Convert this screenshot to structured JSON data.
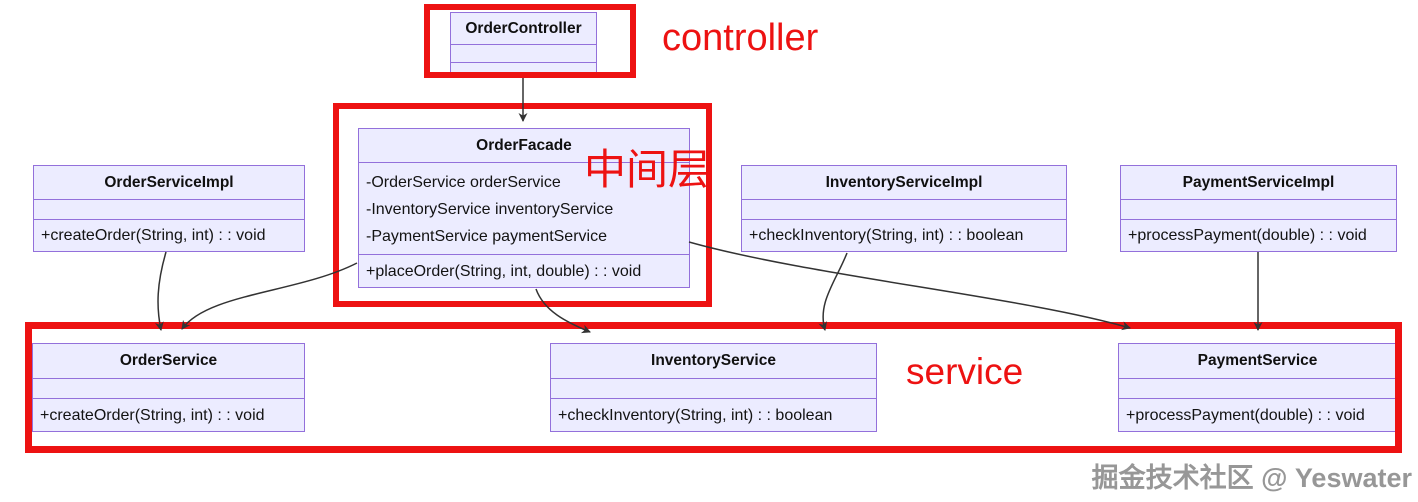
{
  "diagram": {
    "classes": [
      {
        "name": "OrderController",
        "attributes": [],
        "methods": []
      },
      {
        "name": "OrderFacade",
        "attributes": [
          "-OrderService orderService",
          "-InventoryService inventoryService",
          "-PaymentService paymentService"
        ],
        "methods": [
          "+placeOrder(String, int, double) : : void"
        ]
      },
      {
        "name": "OrderServiceImpl",
        "attributes": [],
        "methods": [
          "+createOrder(String, int) : : void"
        ]
      },
      {
        "name": "InventoryServiceImpl",
        "attributes": [],
        "methods": [
          "+checkInventory(String, int) : : boolean"
        ]
      },
      {
        "name": "PaymentServiceImpl",
        "attributes": [],
        "methods": [
          "+processPayment(double) : : void"
        ]
      },
      {
        "name": "OrderService",
        "attributes": [],
        "methods": [
          "+createOrder(String, int) : : void"
        ]
      },
      {
        "name": "InventoryService",
        "attributes": [],
        "methods": [
          "+checkInventory(String, int) : : boolean"
        ]
      },
      {
        "name": "PaymentService",
        "attributes": [],
        "methods": [
          "+processPayment(double) : : void"
        ]
      }
    ],
    "annotations": [
      {
        "label": "controller"
      },
      {
        "label": "中间层"
      },
      {
        "label": "service"
      }
    ],
    "edges": [
      {
        "from": "OrderController",
        "to": "OrderFacade"
      },
      {
        "from": "OrderServiceImpl",
        "to": "OrderService"
      },
      {
        "from": "OrderFacade",
        "to": "OrderService"
      },
      {
        "from": "OrderFacade",
        "to": "InventoryService"
      },
      {
        "from": "OrderFacade",
        "to": "PaymentService"
      },
      {
        "from": "InventoryServiceImpl",
        "to": "InventoryService"
      },
      {
        "from": "PaymentServiceImpl",
        "to": "PaymentService"
      }
    ],
    "colors": {
      "annotation_red": "#ed1212",
      "class_fill": "#ECECFF",
      "class_border": "#9370DB",
      "arrow": "#333333"
    },
    "watermark": "掘金技术社区 @ Yeswater"
  }
}
